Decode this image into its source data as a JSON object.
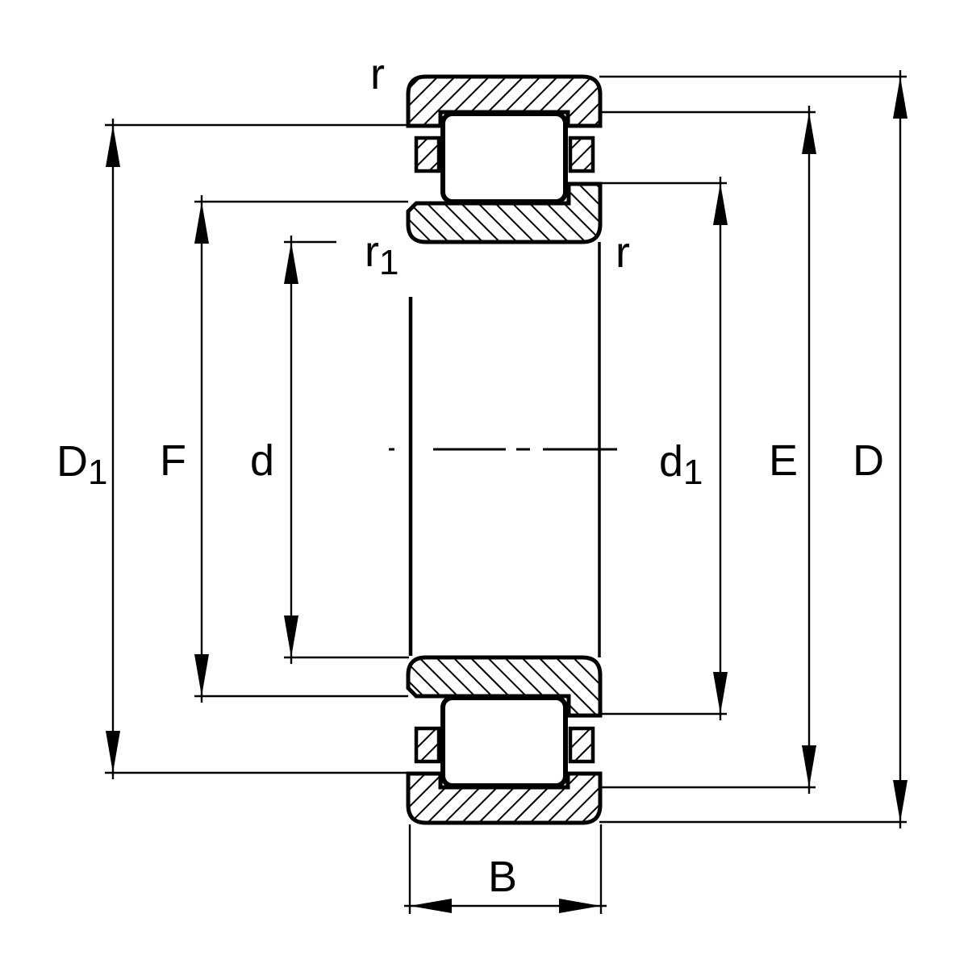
{
  "diagram": {
    "type": "technical-drawing",
    "subject": "cylindrical-roller-bearing-cross-section",
    "colors": {
      "ink": "#000000",
      "background": "#ffffff"
    },
    "labels": {
      "D1": {
        "base": "D",
        "sub": "1"
      },
      "F": {
        "base": "F",
        "sub": ""
      },
      "d": {
        "base": "d",
        "sub": ""
      },
      "d1": {
        "base": "d",
        "sub": "1"
      },
      "E": {
        "base": "E",
        "sub": ""
      },
      "D": {
        "base": "D",
        "sub": ""
      },
      "B": {
        "base": "B",
        "sub": ""
      },
      "r_top": {
        "base": "r",
        "sub": ""
      },
      "r1": {
        "base": "r",
        "sub": "1"
      },
      "r_right": {
        "base": "r",
        "sub": ""
      }
    },
    "dimension_names": [
      "D1",
      "F",
      "d",
      "d1",
      "E",
      "D",
      "B",
      "r",
      "r1"
    ]
  }
}
